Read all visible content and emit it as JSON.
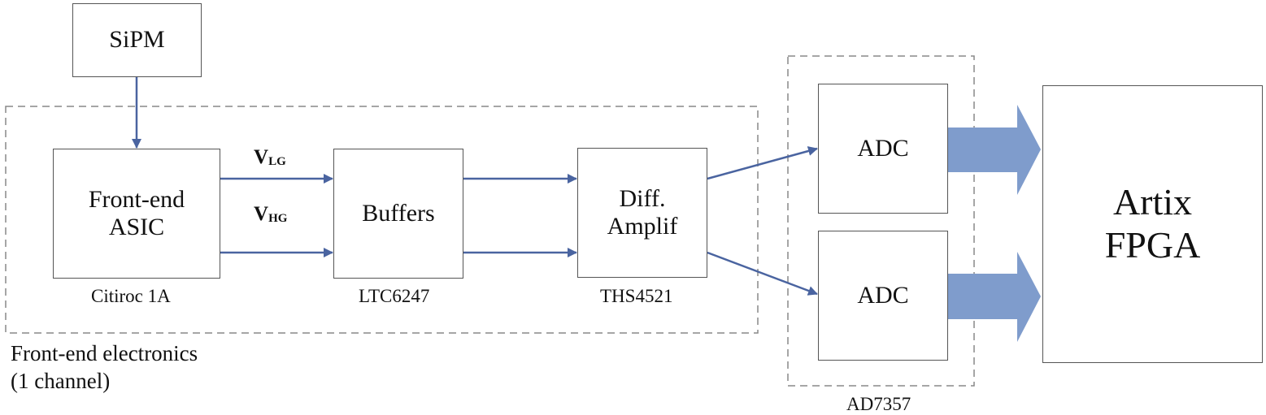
{
  "blocks": {
    "sipm": "SiPM",
    "frontend_line1": "Front-end",
    "frontend_line2": "ASIC",
    "buffers": "Buffers",
    "diff_line1": "Diff.",
    "diff_line2": "Amplif",
    "adc1": "ADC",
    "adc2": "ADC",
    "fpga_line1": "Artix",
    "fpga_line2": "FPGA"
  },
  "parts": {
    "frontend": "Citiroc 1A",
    "buffers": "LTC6247",
    "diff": "THS4521",
    "adc": "AD7357"
  },
  "signals": {
    "lg_main": "V",
    "lg_sub": "LG",
    "hg_main": "V",
    "hg_sub": "HG"
  },
  "groups": {
    "frontend_line1": "Front-end electronics",
    "frontend_line2": "(1 channel)"
  },
  "colors": {
    "arrow": "#4a64a0",
    "wide_arrow": "#7f9ccc",
    "border": "#555555",
    "dashed": "#888888"
  }
}
